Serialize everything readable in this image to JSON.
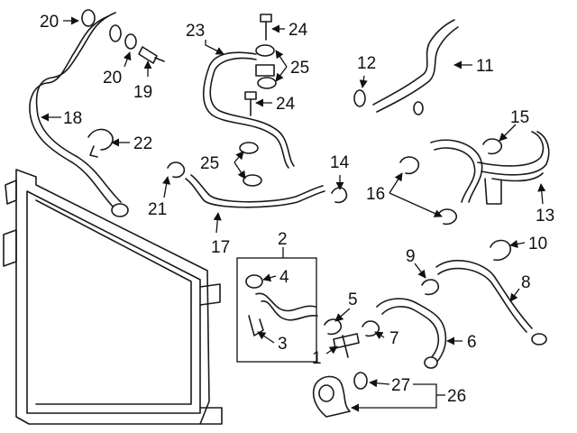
{
  "callouts": {
    "c1": "1",
    "c2": "2",
    "c3": "3",
    "c4": "4",
    "c5": "5",
    "c6": "6",
    "c7": "7",
    "c8": "8",
    "c9": "9",
    "c10": "10",
    "c11": "11",
    "c12": "12",
    "c13": "13",
    "c14": "14",
    "c15": "15",
    "c16": "16",
    "c17": "17",
    "c18": "18",
    "c19": "19",
    "c20a": "20",
    "c20b": "20",
    "c21": "21",
    "c22": "22",
    "c23": "23",
    "c24a": "24",
    "c24b": "24",
    "c25a": "25",
    "c25b": "25",
    "c26": "26",
    "c27": "27"
  }
}
